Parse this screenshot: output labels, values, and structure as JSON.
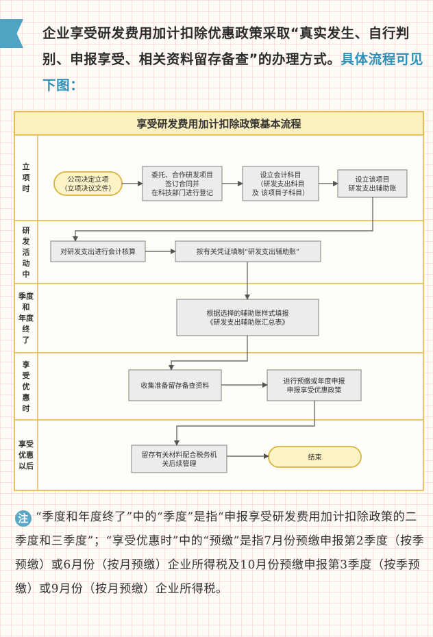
{
  "intro": {
    "text_part1": "企业享受研发费用加计扣除优惠政策采取“真实发生、自行判别、申报享受、相关资料留存备查”的办理方式。",
    "text_highlight": "具体流程可见下图："
  },
  "diagram": {
    "title": "享受研发费用加计扣除政策基本流程",
    "stages": [
      {
        "lines": [
          "立",
          "项",
          "时"
        ]
      },
      {
        "lines": [
          "研",
          "发",
          "活",
          "动",
          "中"
        ]
      },
      {
        "lines": [
          "季度",
          "和",
          "年度",
          "终",
          "了"
        ]
      },
      {
        "lines": [
          "享",
          "受",
          "优",
          "惠",
          "时"
        ]
      },
      {
        "lines": [
          "享受",
          "优惠",
          "以后"
        ]
      }
    ],
    "nodes": {
      "start": [
        "公司决定立项",
        "（立项决议文件）"
      ],
      "entrust": [
        "委托、合作研发项目",
        "签订合同并",
        "在科技部门进行登记"
      ],
      "set_account": [
        "设立会计科目",
        "（研发支出科目",
        "及 该项目子科目）"
      ],
      "set_ledger": [
        "设立该项目",
        "研发支出辅助账"
      ],
      "accounting": [
        "对研发支出进行会计核算"
      ],
      "fill_ledger": [
        "按有关凭证填制“研发支出辅助账”"
      ],
      "summary": [
        "根据选择的辅助账样式填报",
        "《研发支出辅助账汇总表》"
      ],
      "collect": [
        "收集准备留存备查资料"
      ],
      "declare": [
        "进行预缴或年度申报",
        "申报享受优惠政策"
      ],
      "keep": [
        "留存有关材料配合税务机",
        "关后续管理"
      ],
      "end": [
        "结束"
      ]
    }
  },
  "note": {
    "badge": "注",
    "text": "“季度和年度终了”中的“季度”是指“申报享受研发费用加计扣除政策的二季度和三季度”；“享受优惠时”中的“预缴”是指7月份预缴申报第2季度（按季预缴）或6月份（按月预缴）企业所得税及10月份预缴申报第3季度（按季预缴）或9月份（按月预缴）企业所得税。"
  }
}
